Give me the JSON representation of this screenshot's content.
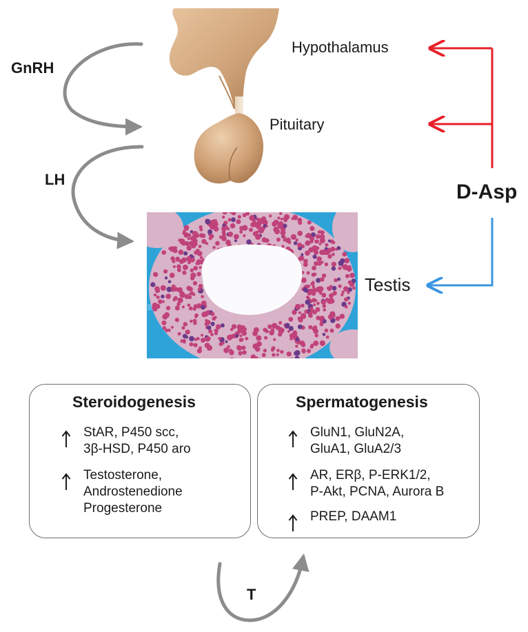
{
  "labels": {
    "gnrh": "GnRH",
    "lh": "LH",
    "hypothalamus": "Hypothalamus",
    "pituitary": "Pituitary",
    "testis": "Testis",
    "dasp": "D-Asp",
    "t": "T"
  },
  "boxes": {
    "steroid": {
      "title": "Steroidogenesis",
      "items": [
        {
          "lines": [
            "StAR, P450 scc,",
            "3β-HSD, P450 aro"
          ]
        },
        {
          "lines": [
            "Testosterone,",
            "Androstenedione",
            "Progesterone"
          ]
        }
      ]
    },
    "sperm": {
      "title": "Spermatogenesis",
      "items": [
        {
          "lines": [
            "GluN1, GluN2A,",
            "GluA1, GluA2/3"
          ]
        },
        {
          "lines": [
            "AR, ERβ, P-ERK1/2,",
            "P-Akt, PCNA, Aurora B"
          ]
        },
        {
          "lines": [
            "PREP, DAAM1"
          ]
        }
      ]
    }
  },
  "colors": {
    "gray_arrow": "#8c8c8c",
    "red_arrow": "#e8202a",
    "blue_arrow": "#3a95e0",
    "gland": "#d6ad84",
    "tissue_blue": "#2ea3d8",
    "tissue_pink": "#c0427a"
  }
}
